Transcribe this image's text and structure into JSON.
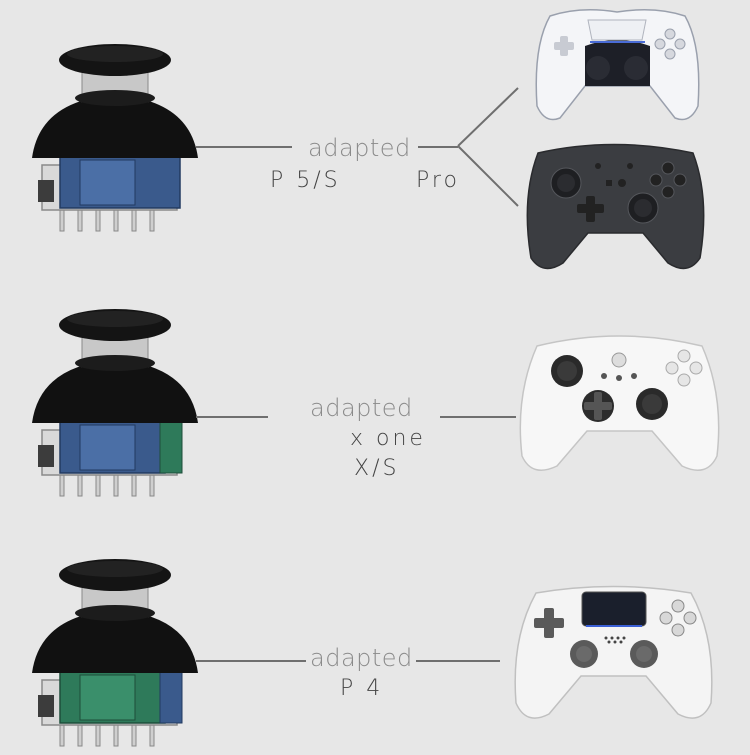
{
  "rows": [
    {
      "adapted": "adapted",
      "platform_a": "P 5/S",
      "platform_b": "Pro",
      "module_color": "#3a5a8c",
      "controllers": [
        "ps5-controller",
        "switch-pro-controller"
      ]
    },
    {
      "adapted": "adapted",
      "platform_a": "x one",
      "platform_b": "X/S",
      "module_color": "#3a5a8c",
      "side_color": "#2e7a5a",
      "controllers": [
        "xbox-controller"
      ]
    },
    {
      "adapted": "adapted",
      "platform_a": "P 4",
      "module_color": "#2e7a5a",
      "side_color": "#3a5a8c",
      "controllers": [
        "ps4-controller"
      ]
    }
  ]
}
